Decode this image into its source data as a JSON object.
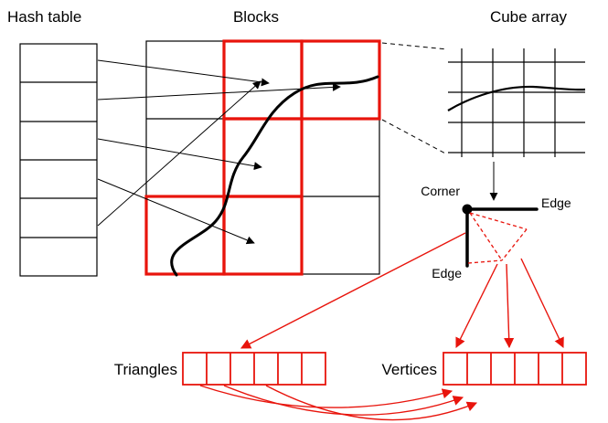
{
  "labels": {
    "hash_table": "Hash table",
    "blocks": "Blocks",
    "cube_array": "Cube array",
    "corner": "Corner",
    "edge_right": "Edge",
    "edge_bottom": "Edge",
    "triangles": "Triangles",
    "vertices": "Vertices"
  },
  "colors": {
    "accent": "#e8140c",
    "ink": "#000000",
    "bg": "#ffffff"
  },
  "structure": {
    "hash_table_cells": 6,
    "blocks_grid_rows": 3,
    "blocks_grid_cols": 3,
    "highlighted_blocks": 5,
    "triangles_cells": 6,
    "vertices_cells": 6
  }
}
